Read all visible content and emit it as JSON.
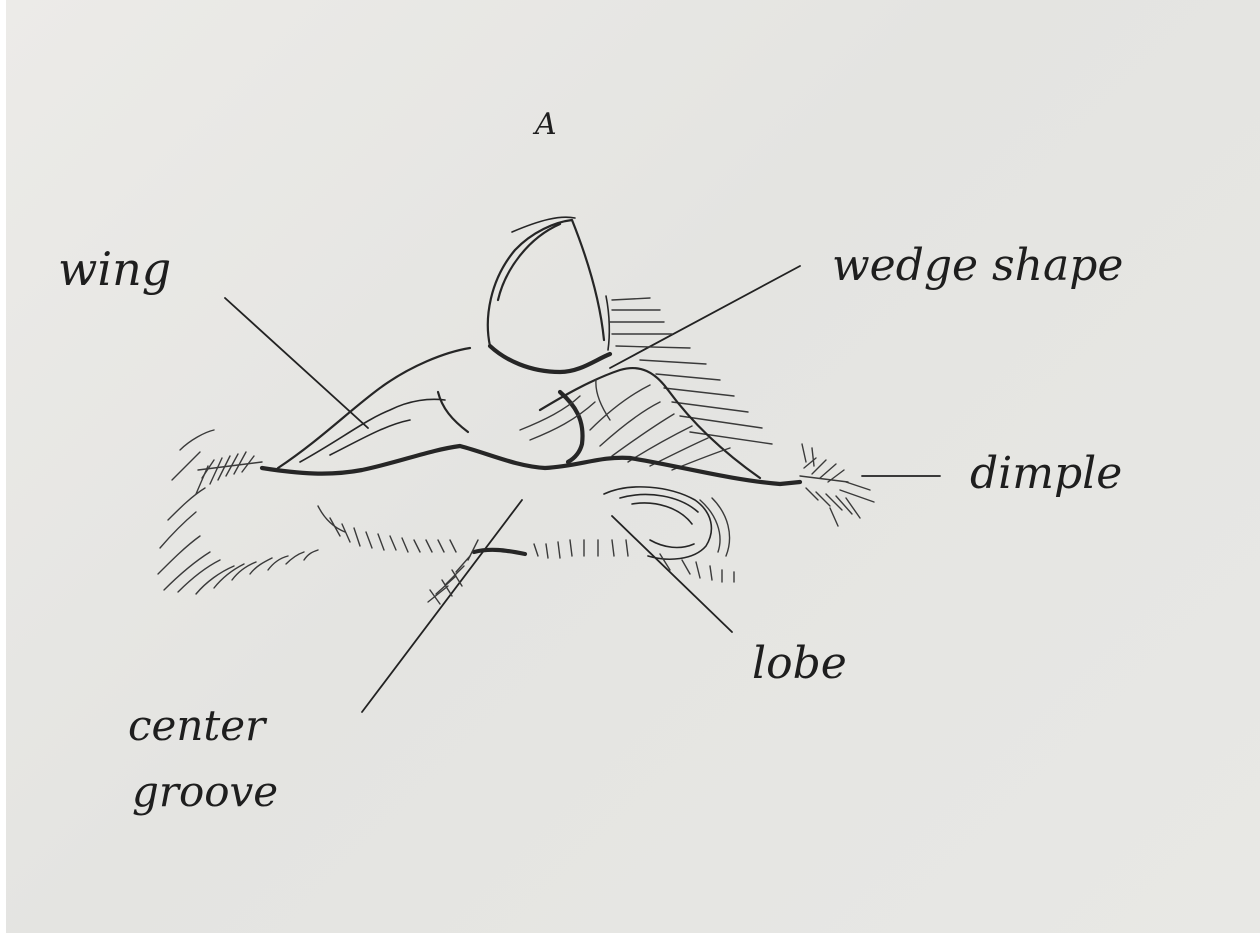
{
  "figure": {
    "panel_letter": "A"
  },
  "labels": {
    "wing": "wing",
    "wedge_shape": "wedge shape",
    "dimple": "dimple",
    "lobe": "lobe",
    "center_groove_line1": "center",
    "center_groove_line2": "groove"
  }
}
